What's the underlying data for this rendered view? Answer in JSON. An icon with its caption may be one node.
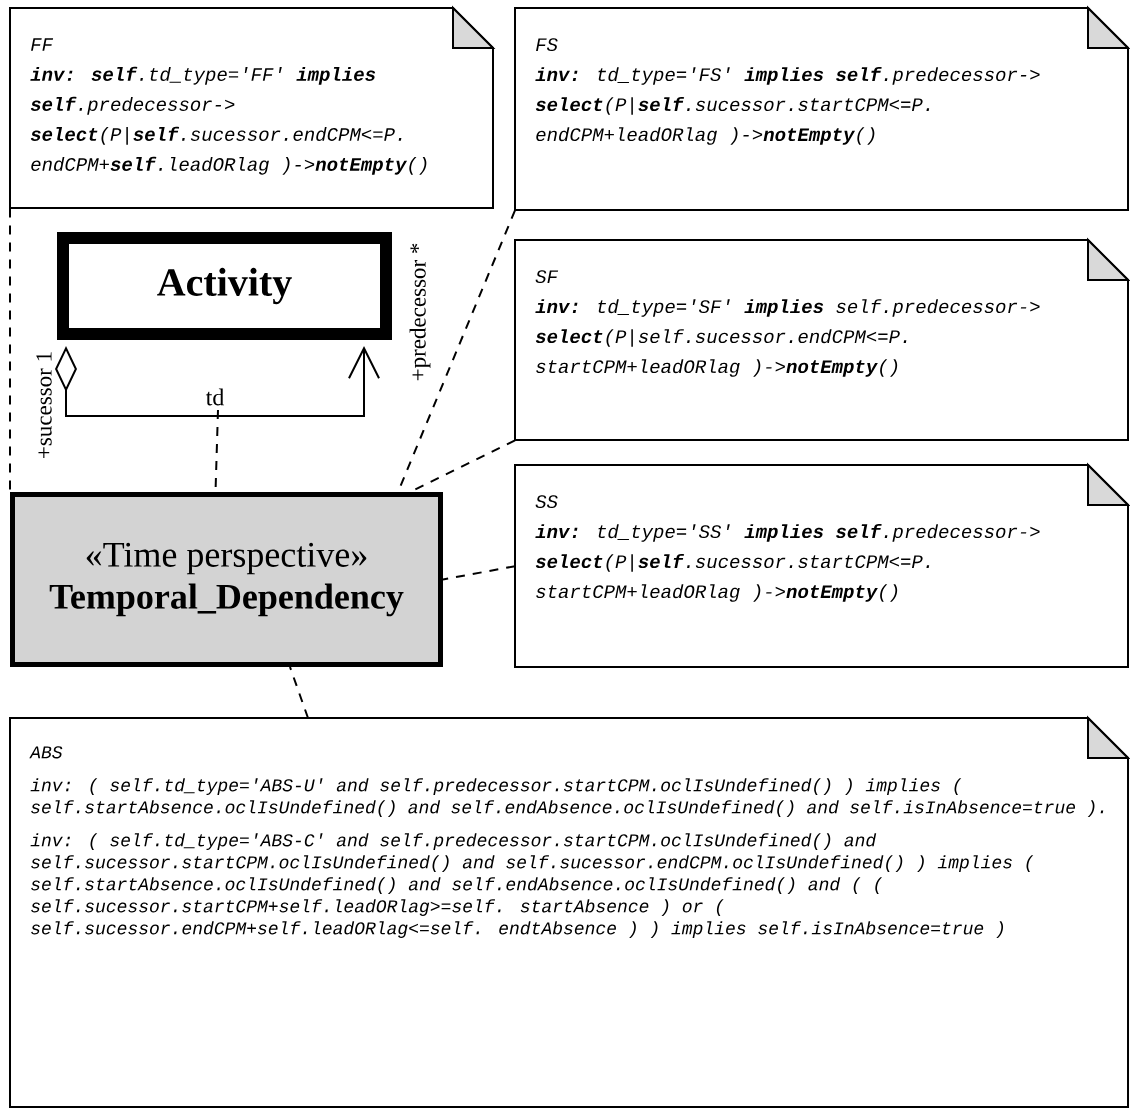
{
  "diagram": {
    "nodes": [
      {
        "text": [
          "FF",
          "**inv: self**.td_type='FF' **implies self**.predecessor-> **select**(P|**self**.sucessor.endCPM<=P.endCPM+**self**.leadORlag )->**notEmpty**()"
        ]
      },
      {
        "text": [
          "FS",
          "**inv:** td_type='FS' **implies self**.predecessor-> **select**(P|**self**.sucessor.startCPM<=P.endCPM+leadORlag )->**notEmpty**()"
        ]
      },
      {
        "text": [
          "SF",
          "**inv:** td_type='SF' **implies** self.predecessor-> **select**(P|self.sucessor.endCPM<=P.startCPM+leadORlag )->**notEmpty**()"
        ]
      },
      {
        "text": [
          "SS",
          "**inv:** td_type='SS' **implies self**.predecessor-> **select**(P|**self**.sucessor.startCPM<=P.startCPM+leadORlag )->**notEmpty**()"
        ]
      },
      {
        "text": [
          "Activity"
        ]
      },
      {
        "text": [
          "«Time perspective»",
          "Temporal_Dependency"
        ]
      },
      {
        "text": [
          "ABS",
          "inv: ( self.td_type='ABS-U' and self.predecessor.startCPM.oclIsUndefined() ) implies ( self.startAbsence.oclIsUndefined() and self.endAbsence.oclIsUndefined() and self.isInAbsence=true ).",
          "inv: ( self.td_type='ABS-C' and self.predecessor.startCPM.oclIsUndefined() and self.sucessor.startCPM.oclIsUndefined() and self.sucessor.endCPM.oclIsUndefined() ) implies ( self.startAbsence.oclIsUndefined() and self.endAbsence.oclIsUndefined() and ( ( self.sucessor.startCPM+self.leadORlag>=self. startAbsence ) or ( self.sucessor.endCPM+self.leadORlag<=self. endtAbsence ) ) implies self.isInAbsence=true )"
        ]
      }
    ],
    "edges": [
      {
        "from": 4,
        "to": 4,
        "arrow": "to",
        "label": "td"
      },
      {
        "from": null,
        "to": 5,
        "arrow": "none",
        "style": "dashed"
      },
      {
        "from": 0,
        "to": 5,
        "arrow": "none",
        "style": "dashed"
      },
      {
        "from": 1,
        "to": 5,
        "arrow": "none",
        "style": "dashed"
      },
      {
        "from": 2,
        "to": 5,
        "arrow": "none",
        "style": "dashed"
      },
      {
        "from": 3,
        "to": 5,
        "arrow": "none",
        "style": "dashed"
      },
      {
        "from": 6,
        "to": 5,
        "arrow": "none",
        "style": "dashed"
      }
    ],
    "labels": [
      "+sucessor 1",
      "+predecessor *"
    ]
  }
}
